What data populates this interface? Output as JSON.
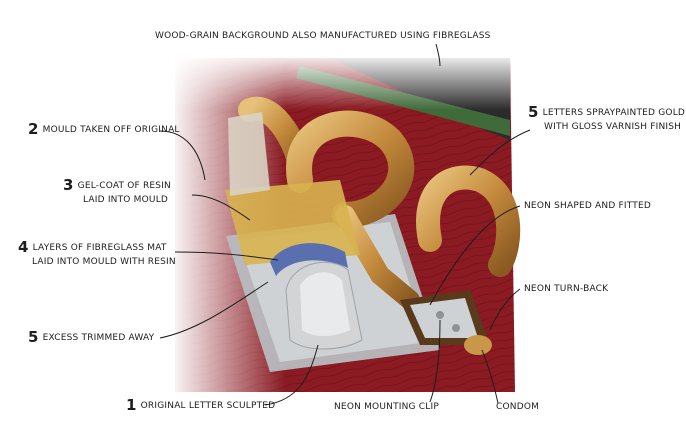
{
  "callouts": {
    "wood_grain": {
      "text": "Wood-grain background also manufactured using fibreglass"
    },
    "mould_taken": {
      "number": "2",
      "text": "Mould taken off original"
    },
    "gel_coat": {
      "number": "3",
      "line1": "Gel-coat of resin",
      "line2": "laid into mould"
    },
    "fibreglass_layers": {
      "number": "4",
      "line1": "layers of fibreglass mat",
      "line2": "laid into mould with resin"
    },
    "excess_trimmed": {
      "number": "5",
      "text": "Excess trimmed away"
    },
    "original_letter": {
      "number": "1",
      "text": "Original letter sculpted"
    },
    "letters_gold": {
      "number": "5",
      "line1": "Letters spraypainted gold",
      "line2": "with gloss varnish finish"
    },
    "neon_shaped": {
      "text": "Neon shaped and fitted"
    },
    "neon_turnback": {
      "text": "Neon turn-back"
    },
    "neon_clip": {
      "text": "Neon mounting clip"
    },
    "condom": {
      "text": "Condom"
    }
  },
  "colors": {
    "wood_red": "#8b1a22",
    "gold": "#c9974a",
    "gel_yellow": "#d8b24f",
    "fibreglass_blue": "#5a6fb0",
    "mould_grey": "#b8bcc0",
    "sign_green": "#3f6b3a"
  }
}
